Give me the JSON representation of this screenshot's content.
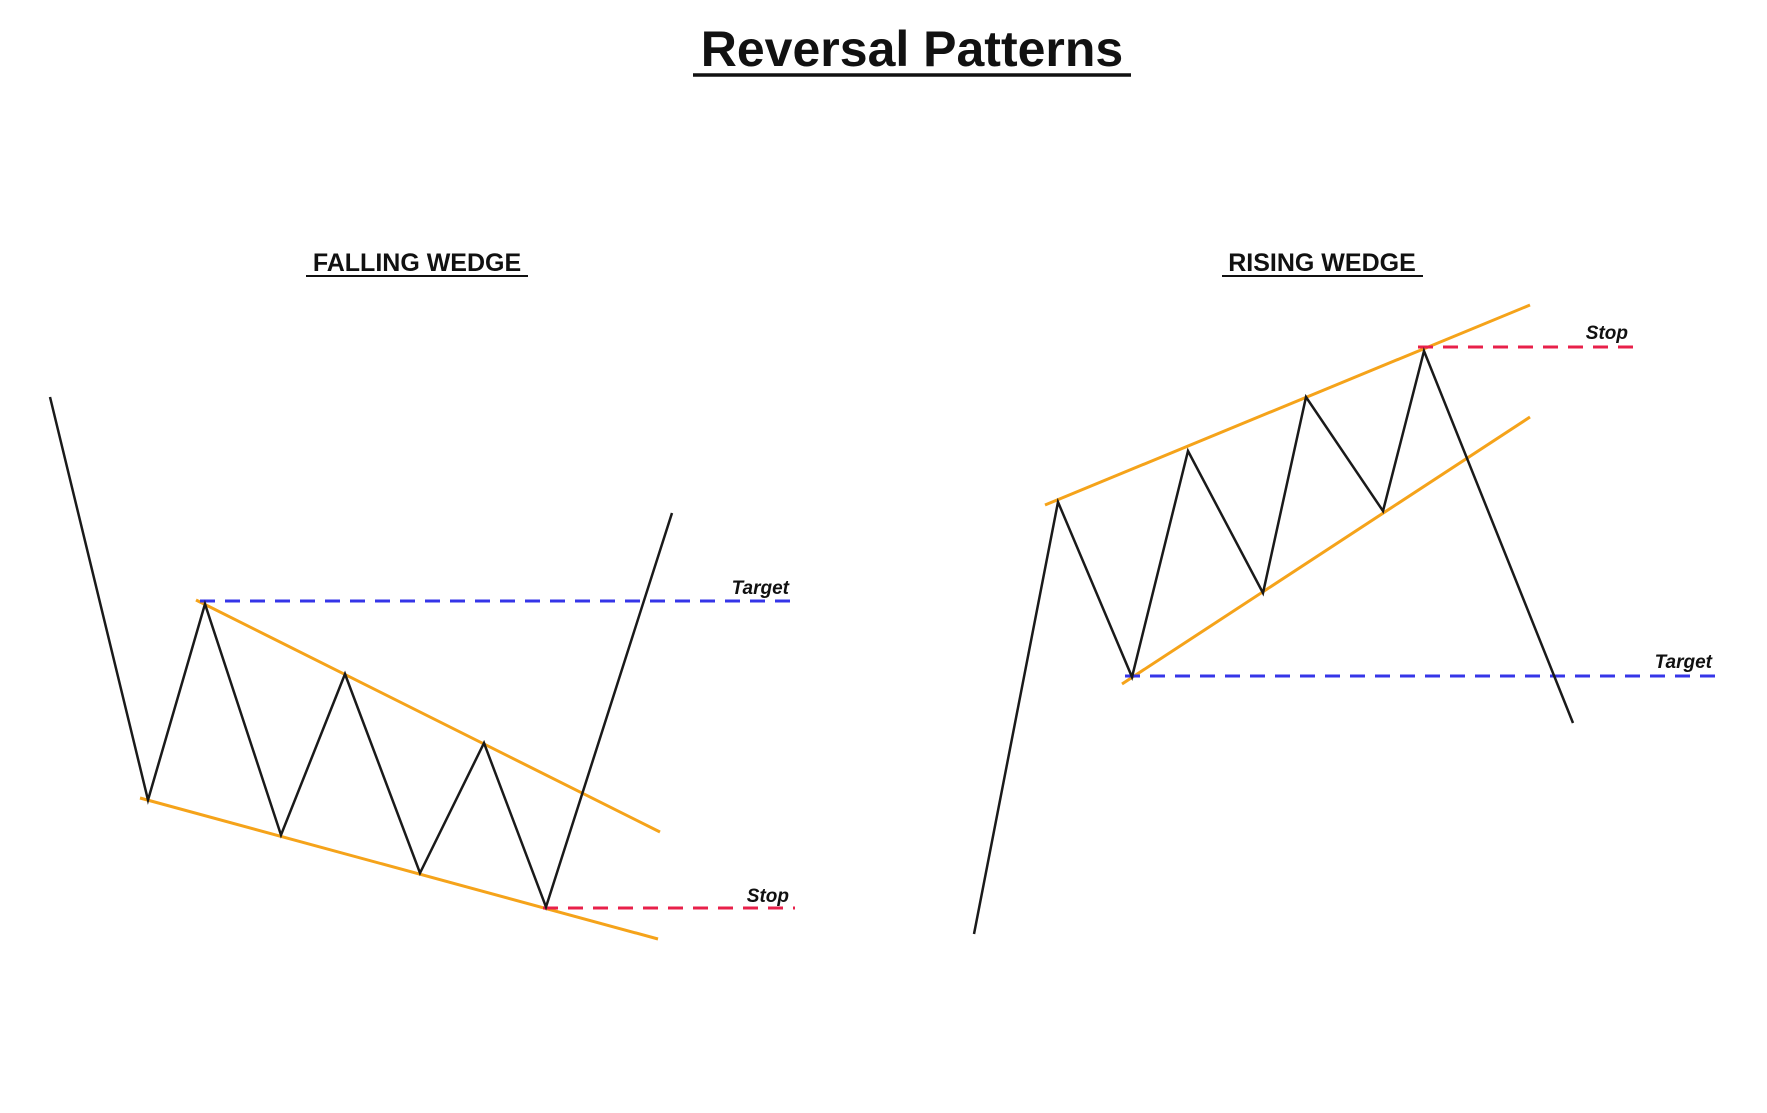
{
  "page": {
    "title": "Reversal Patterns"
  },
  "colors": {
    "price": "#1a1a1a",
    "trendline": "#f5a31a",
    "target": "#3535e8",
    "stop": "#e8204a",
    "text": "#111111"
  },
  "patterns": {
    "falling": {
      "title": "FALLING WEDGE",
      "target_label": "Target",
      "stop_label": "Stop"
    },
    "rising": {
      "title": "RISING WEDGE",
      "target_label": "Target",
      "stop_label": "Stop"
    }
  }
}
